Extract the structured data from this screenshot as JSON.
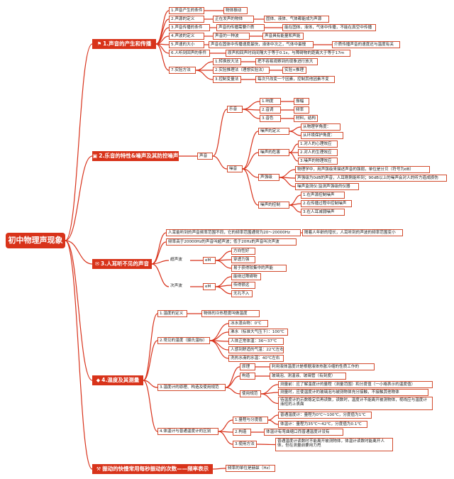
{
  "root": "初中物理声现象",
  "colors": {
    "accent": "#d8331a",
    "line": "#d8321b",
    "node_border": "#d24a2c"
  },
  "nodes": [
    {
      "id": "b1",
      "p": "root",
      "kind": "main",
      "icon": "bookmark-icon",
      "text": "1.声音的产生和传播"
    },
    {
      "id": "b1a",
      "p": "b1",
      "text": "1.声音产生的条件"
    },
    {
      "id": "b1a1",
      "p": "b1a",
      "text": "物体振动"
    },
    {
      "id": "b1b",
      "p": "b1",
      "text": "2.声源的定义"
    },
    {
      "id": "b1b1",
      "p": "b1b",
      "text": "正在发声的物体"
    },
    {
      "id": "b1b2",
      "p": "b1b1",
      "text": "固体、液体、气体都能成为声源"
    },
    {
      "id": "b1c",
      "p": "b1",
      "text": "3.声音传播的条件"
    },
    {
      "id": "b1c1",
      "p": "b1c",
      "text": "声音的传播需要介质"
    },
    {
      "id": "b1c2",
      "p": "b1c1",
      "text": "能在固体，液体，气体中传播，不能在真空中传播"
    },
    {
      "id": "b1d",
      "p": "b1",
      "text": "4.声波的定义"
    },
    {
      "id": "b1d1",
      "p": "b1d",
      "text": "声音的一种波"
    },
    {
      "id": "b1d2",
      "p": "b1d1",
      "text": "声音具有能量和声能"
    },
    {
      "id": "b1e",
      "p": "b1",
      "text": "5.声速的大小"
    },
    {
      "id": "b1e1",
      "p": "b1e",
      "text": "声音在固体中传播速度最快，液体中次之，气体中最慢"
    },
    {
      "id": "b1e2",
      "p": "b1e1",
      "text": "介质传播声音的速度还与温度有关"
    },
    {
      "id": "b1f",
      "p": "b1",
      "text": "6.人听到回声的条件"
    },
    {
      "id": "b1f1",
      "p": "b1f",
      "text": "原声和回声时间间隔大于等于0.1s，与障碍物的距离大于等于17m"
    },
    {
      "id": "b1g",
      "p": "b1",
      "text": "7.实验方法"
    },
    {
      "id": "b1g1",
      "p": "b1g",
      "text": "1.转换放大法"
    },
    {
      "id": "b1g1a",
      "p": "b1g1",
      "text": "把不容易观察到的现象进行放大"
    },
    {
      "id": "b1g2",
      "p": "b1g",
      "text": "2.实验推理法（理想实验法）"
    },
    {
      "id": "b1g2a",
      "p": "b1g2",
      "text": "实验+推理"
    },
    {
      "id": "b1g3",
      "p": "b1g",
      "text": "3.控制变量法"
    },
    {
      "id": "b1g3a",
      "p": "b1g3",
      "text": "每次只改变一个因素，控制其他因素不变"
    },
    {
      "id": "b2",
      "p": "root",
      "kind": "main",
      "icon": "box-icon",
      "text": "2.乐音的特性&噪声及其防控噪声"
    },
    {
      "id": "b2s",
      "p": "b2",
      "text": "声音"
    },
    {
      "id": "b2m",
      "p": "b2s",
      "text": "乐音"
    },
    {
      "id": "b2m1",
      "p": "b2m",
      "text": "1.响度"
    },
    {
      "id": "b2m1a",
      "p": "b2m1",
      "text": "振幅"
    },
    {
      "id": "b2m2",
      "p": "b2m",
      "text": "2.音调"
    },
    {
      "id": "b2m2a",
      "p": "b2m2",
      "text": "频率"
    },
    {
      "id": "b2m3",
      "p": "b2m",
      "text": "3.音色"
    },
    {
      "id": "b2m3a",
      "p": "b2m3",
      "text": "材料，结构"
    },
    {
      "id": "b2n",
      "p": "b2s",
      "text": "噪音"
    },
    {
      "id": "b2n1",
      "p": "b2n",
      "text": "噪声的定义"
    },
    {
      "id": "b2n1a",
      "p": "b2n1",
      "text": "从物理学角度："
    },
    {
      "id": "b2n1b",
      "p": "b2n1",
      "text": "从环境保护角度："
    },
    {
      "id": "b2n2",
      "p": "b2n",
      "text": "噪声的危害"
    },
    {
      "id": "b2n2a",
      "p": "b2n2",
      "text": "1.对人的心理效应"
    },
    {
      "id": "b2n2b",
      "p": "b2n2",
      "text": "2.对人的生理效应"
    },
    {
      "id": "b2n2c",
      "p": "b2n2",
      "text": "3.噪声的物理效应"
    },
    {
      "id": "b2n3",
      "p": "b2n",
      "text": "声强级"
    },
    {
      "id": "b2n3a",
      "p": "b2n3",
      "text": "物理学中，用声强级来描述声音的强弱，单位是分贝（符号为dB）"
    },
    {
      "id": "b2n3b",
      "p": "b2n3",
      "text": "声强级为0dB的声音，人耳刚刚能听到；90dB以上的噪声会对人的听力造成损伤"
    },
    {
      "id": "b2n3c",
      "p": "b2n3",
      "text": "噪声监测仪:监测声强级的仪器"
    },
    {
      "id": "b2n4",
      "p": "b2n",
      "text": "噪声的控制"
    },
    {
      "id": "b2n4a",
      "p": "b2n4",
      "text": "1.在声源控制噪声"
    },
    {
      "id": "b2n4b",
      "p": "b2n4",
      "text": "2.在传播过程中控制噪声"
    },
    {
      "id": "b2n4c",
      "p": "b2n4",
      "text": "3.在人耳减弱噪声"
    },
    {
      "id": "b3",
      "p": "root",
      "kind": "main",
      "icon": "chat-icon",
      "text": "3.人耳听不见的声音"
    },
    {
      "id": "b3a",
      "p": "b3",
      "text": "人耳能听到的声音频率范围不同，它的频率范围通常为20～20000Hz"
    },
    {
      "id": "b3a1",
      "p": "b3a",
      "text": "随着人年龄的增长，人耳听到的声波的频率范围变小"
    },
    {
      "id": "b3b",
      "p": "b3",
      "text": "频率高于20000Hz的声音叫超声波；低于20Hz的声音叫次声波"
    },
    {
      "id": "b3c",
      "p": "b3",
      "kind": "plain",
      "text": "超声波"
    },
    {
      "id": "b3c1",
      "p": "b3c",
      "text": "eM"
    },
    {
      "id": "b3c1a",
      "p": "b3c1",
      "text": "方向性好"
    },
    {
      "id": "b3c1b",
      "p": "b3c1",
      "text": "穿透力强"
    },
    {
      "id": "b3c1c",
      "p": "b3c1",
      "text": "易于获得较集中的声能"
    },
    {
      "id": "b3d",
      "p": "b3",
      "kind": "plain",
      "text": "次声波"
    },
    {
      "id": "b3d1",
      "p": "b3d",
      "text": "eM"
    },
    {
      "id": "b3d1a",
      "p": "b3d1",
      "text": "能绕过障碍物"
    },
    {
      "id": "b3d1b",
      "p": "b3d1",
      "text": "传得很远"
    },
    {
      "id": "b3d1c",
      "p": "b3d1",
      "text": "无孔不入"
    },
    {
      "id": "b4",
      "p": "root",
      "kind": "main",
      "icon": "gem-icon",
      "text": "4.温度及其测量"
    },
    {
      "id": "b4a",
      "p": "b4",
      "text": "1.温度的定义"
    },
    {
      "id": "b4a1",
      "p": "b4a",
      "text": "物体的冷热程度叫做温度"
    },
    {
      "id": "b4b",
      "p": "b4",
      "text": "2.常见的温度（摄氏温标）"
    },
    {
      "id": "b4b1",
      "p": "b4b",
      "text": "冰水混合物：0℃"
    },
    {
      "id": "b4b2",
      "p": "b4b",
      "text": "沸水（标准大气压下）：100℃"
    },
    {
      "id": "b4b3",
      "p": "b4b",
      "text": "人体正常体温：36～37℃"
    },
    {
      "id": "b4b4",
      "p": "b4b",
      "text": "人感到舒适的气温：22℃左右"
    },
    {
      "id": "b4b5",
      "p": "b4b",
      "text": "洗热水澡的水温：40℃左右"
    },
    {
      "id": "b4c",
      "p": "b4",
      "text": "3.温度计的原理、构造及使用规范"
    },
    {
      "id": "b4c1",
      "p": "b4c",
      "text": "原理"
    },
    {
      "id": "b4c1a",
      "p": "b4c1",
      "text": "利用液体温度计是根据液体热胀冷缩的性质工作的"
    },
    {
      "id": "b4c2",
      "p": "b4c",
      "text": "构造"
    },
    {
      "id": "b4c2a",
      "p": "b4c2",
      "text": "玻璃泡、测温液、玻璃管（有刻度）"
    },
    {
      "id": "b4c3",
      "p": "b4c",
      "text": "使用规范"
    },
    {
      "id": "b4c3a",
      "p": "b4c3",
      "text": "测量前：应了解温度计的量程（测量范围）和分度值（一小格表示的温度值）"
    },
    {
      "id": "b4c3b",
      "p": "b4c3",
      "text": "测量时，应使温度计的玻璃泡与被测物体充分接触，不接触其他物体"
    },
    {
      "id": "b4c3c",
      "p": "b4c3",
      "kind": "wrap",
      "text": "待温度计的示数稳定后再读数，读数时，温度计不能离开被测物体，视线应与温度计液柱的上表面"
    },
    {
      "id": "b4d",
      "p": "b4",
      "text": "4.体温计与普通温度计的区别"
    },
    {
      "id": "b4d1",
      "p": "b4d",
      "text": "1.量程与分度值"
    },
    {
      "id": "b4d1a",
      "p": "b4d1",
      "text": "普通温度计：量程为0℃～100℃，分度值为1℃"
    },
    {
      "id": "b4d1b",
      "p": "b4d1",
      "text": "体温计：量程为35℃～42℃，分度值为0.1℃"
    },
    {
      "id": "b4d2",
      "p": "b4d",
      "text": "2.构造"
    },
    {
      "id": "b4d2a",
      "p": "b4d2",
      "text": "体温计有弯曲缩口而普通温度计没有"
    },
    {
      "id": "b4d3",
      "p": "b4d",
      "text": "3.使用方法"
    },
    {
      "id": "b4d3a",
      "p": "b4d3",
      "kind": "wrap",
      "text": "普通温度计读数时不能离开被测物体，体温计读数时能离开人体，但在测量前要用力甩"
    },
    {
      "id": "b5",
      "p": "root",
      "kind": "main",
      "icon": "tool-icon",
      "text": "振动的快慢常用每秒振动的次数——频率表示"
    },
    {
      "id": "b5a",
      "p": "b5",
      "text": "频率的单位是赫兹（Hz）"
    }
  ]
}
